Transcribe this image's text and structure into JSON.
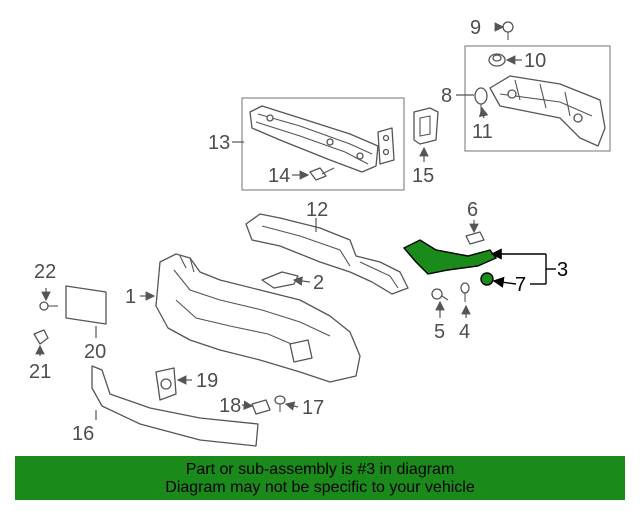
{
  "callouts": {
    "c1": "1",
    "c2": "2",
    "c3": "3",
    "c4": "4",
    "c5": "5",
    "c6": "6",
    "c7": "7",
    "c8": "8",
    "c9": "9",
    "c10": "10",
    "c11": "11",
    "c12": "12",
    "c13": "13",
    "c14": "14",
    "c15": "15",
    "c16": "16",
    "c17": "17",
    "c18": "18",
    "c19": "19",
    "c20": "20",
    "c21": "21",
    "c22": "22"
  },
  "highlight_color": "#1a8a1a",
  "footer": {
    "line1": "Part or sub-assembly is #3 in diagram",
    "line2": "Diagram may not be specific to your vehicle"
  }
}
